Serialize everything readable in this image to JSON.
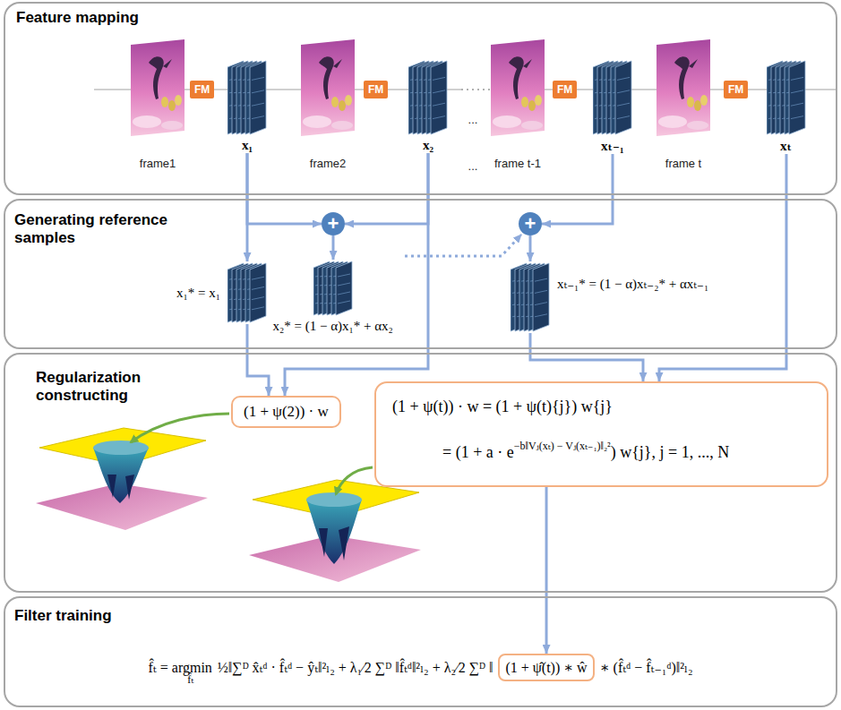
{
  "diagram": {
    "nodes": [
      {
        "text": [
          "Feature mapping"
        ]
      },
      {
        "text": [
          "FM"
        ],
        "in": 0
      },
      {
        "text": [
          "x₁"
        ],
        "in": 0
      },
      {
        "text": [
          "FM"
        ],
        "in": 0
      },
      {
        "text": [
          "x₂"
        ],
        "in": 0
      },
      {
        "text": [
          "FM"
        ],
        "in": 0
      },
      {
        "text": [
          "xₜ₋₁"
        ],
        "in": 0
      },
      {
        "text": [
          "FM"
        ],
        "in": 0
      },
      {
        "text": [
          "xₜ"
        ],
        "in": 0
      },
      {
        "text": [
          "Generating reference samples"
        ]
      },
      {
        "text": [
          "+"
        ],
        "in": 9
      },
      {
        "text": [
          "+"
        ],
        "in": 9
      },
      {
        "text": [
          "x₁* = x₁"
        ],
        "in": 9
      },
      {
        "text": [
          "x₂* = (1 − α)x₁* + αx₂"
        ],
        "in": 9
      },
      {
        "text": [
          "xₜ₋₁* = (1 − α)xₜ₋₂* + αxₜ₋₁"
        ],
        "in": 9
      },
      {
        "text": [
          "Regularization constructing"
        ]
      },
      {
        "text": [
          "(1 + ψ(2)) · w"
        ],
        "in": 15
      },
      {
        "text": [
          "(1 + ψ(t)) · w = (1 + ψ(t){j}) w{j}",
          "= (1 + a · e",
          "−b‖Vⱼ(xₜ) − Vⱼ(xₜ₋₁)‖₂²",
          ") w{j}, j = 1, ..., N"
        ],
        "in": 15
      },
      {
        "text": [
          "Filter training",
          "f̂ₜ = argmin",
          "f̂ₜ",
          "½‖∑ᴰ x̂ₜᵈ · f̂ₜᵈ − ŷₜ‖²ₗ₂ + λ₁⁄2 ∑ᴰ ‖f̂ₜᵈ‖²ₗ₂ + λ₂⁄2 ∑ᴰ ‖",
          "∗ (f̂ₜᵈ − f̂ₜ₋₁ᵈ)‖²ₗ₂"
        ]
      },
      {
        "text": [
          "(1 + ψ̂(t)) ∗ ŵ"
        ],
        "in": 18
      }
    ],
    "edges": [
      {
        "from": 2,
        "to": 12,
        "arrow": "to"
      },
      {
        "from": 2,
        "to": 10,
        "arrow": "to"
      },
      {
        "from": 4,
        "to": 10,
        "arrow": "to"
      },
      {
        "from": 10,
        "to": 13,
        "arrow": "to"
      },
      {
        "from": 6,
        "to": 11,
        "arrow": "to"
      },
      {
        "from": 11,
        "to": 14,
        "arrow": "to"
      },
      {
        "from": 4,
        "to": 16,
        "arrow": "to"
      },
      {
        "from": 12,
        "to": 16,
        "arrow": "to"
      },
      {
        "from": 14,
        "to": 17,
        "arrow": "to"
      },
      {
        "from": 8,
        "to": 17,
        "arrow": "to"
      },
      {
        "from": 17,
        "to": 19,
        "arrow": "to"
      }
    ],
    "labels": [
      "frame1",
      "frame2",
      "frame t-1",
      "frame t",
      "...",
      "..."
    ]
  }
}
